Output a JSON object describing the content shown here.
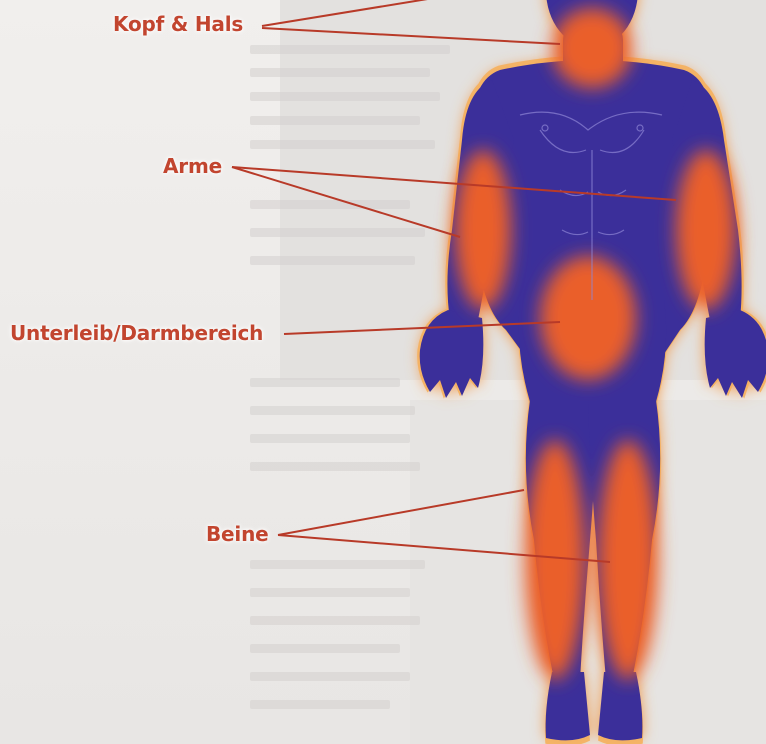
{
  "labels": {
    "head_neck": "Kopf & Hals",
    "arms": "Arme",
    "abdomen": "Unterleib/Darmbereich",
    "legs": "Beine"
  },
  "colors": {
    "label_text": "#c2452f",
    "leader_line": "#b83a28",
    "body_fill": "#3b2f9a",
    "body_glow": "#f08a3a",
    "hotspot": "#e85a2a"
  }
}
